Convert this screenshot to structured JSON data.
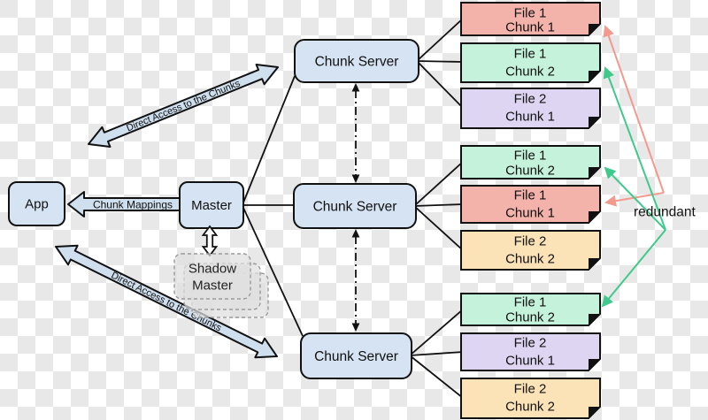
{
  "app": {
    "label": "App"
  },
  "master": {
    "label": "Master"
  },
  "shadow_master": {
    "line1": "Shadow",
    "line2": "Master"
  },
  "chunk_servers": [
    {
      "label": "Chunk Server"
    },
    {
      "label": "Chunk Server"
    },
    {
      "label": "Chunk Server"
    }
  ],
  "arrows": {
    "chunk_mappings_label": "Chunk Mappings",
    "direct_access_top_label": "Direct Access to the Chunks",
    "direct_access_bottom_label": "Direct Access to the Chunks"
  },
  "annotations": {
    "redundant_label": "redundant"
  },
  "file_chunks": [
    {
      "file": "File 1",
      "chunk": "Chunk 1",
      "color": "#f4b3aa"
    },
    {
      "file": "File 1",
      "chunk": "Chunk 2",
      "color": "#c5f2da"
    },
    {
      "file": "File 2",
      "chunk": "Chunk 1",
      "color": "#ded5f2"
    },
    {
      "file": "File 1",
      "chunk": "Chunk 2",
      "color": "#c5f2da"
    },
    {
      "file": "File 1",
      "chunk": "Chunk 1",
      "color": "#f4b3aa"
    },
    {
      "file": "File 2",
      "chunk": "Chunk 2",
      "color": "#fbe2b7"
    },
    {
      "file": "File 1",
      "chunk": "Chunk 2",
      "color": "#c5f2da"
    },
    {
      "file": "File 2",
      "chunk": "Chunk 1",
      "color": "#ded5f2"
    },
    {
      "file": "File 2",
      "chunk": "Chunk 2",
      "color": "#fbe2b7"
    }
  ],
  "colors": {
    "node_fill": "#d5e3f2",
    "block_arrow_fill": "#cfdfee",
    "shadow_fill": "#dfdfdf",
    "redundant_green": "#3fc98b",
    "redundant_salmon": "#f29a8e"
  }
}
